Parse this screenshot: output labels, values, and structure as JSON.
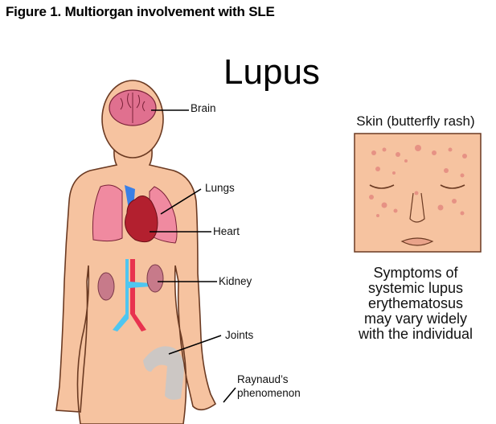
{
  "figure_title": "Figure 1. Multiorgan involvement with SLE",
  "diagram_title": "Lupus",
  "labels": {
    "brain": "Brain",
    "lungs": "Lungs",
    "heart": "Heart",
    "kidney": "Kidney",
    "joints": "Joints",
    "raynauds_line1": "Raynaud’s",
    "raynauds_line2": "phenomenon"
  },
  "skin_panel": {
    "title": "Skin (butterfly rash)",
    "caption_lines": [
      "Symptoms of",
      "systemic lupus",
      "erythematosus",
      "may vary widely",
      "with the individual"
    ]
  },
  "colors": {
    "skin": "#f6c3a0",
    "brain": "#e0708f",
    "lungs": "#f08aa0",
    "heart": "#b3202f",
    "vein": "#4fc6f0",
    "artery": "#e8334f",
    "kidney": "#c77a8a",
    "bone": "#c8c8c8",
    "rash": "#e48a80"
  }
}
